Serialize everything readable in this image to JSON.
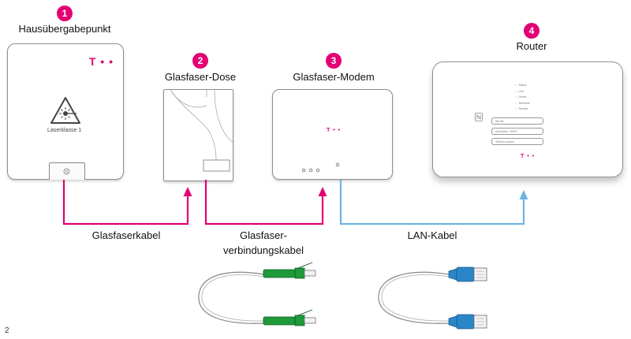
{
  "devices": [
    {
      "number": "1",
      "name": "Hausübergabepunkt",
      "laser_label": "Laserklasse 1"
    },
    {
      "number": "2",
      "name": "Glasfaser-Dose"
    },
    {
      "number": "3",
      "name": "Glasfaser-Modem"
    },
    {
      "number": "4",
      "name": "Router",
      "status_leds": [
        "Status",
        "Link",
        "Online",
        "Telefonie",
        "Service"
      ],
      "buttons": [
        "WLAN",
        "Anmelden / WPS",
        "Telefon suchen"
      ]
    }
  ],
  "brand_logo": "T • •",
  "cables": {
    "fiber_cable": "Glasfaserkabel",
    "connection_cable_line1": "Glasfaser-",
    "connection_cable_line2": "verbindungskabel",
    "lan_cable": "LAN-Kabel"
  },
  "colors": {
    "brand_magenta": "#e20074",
    "lan_blue": "#6eb4e0",
    "fiber_green": "#1e9a3a",
    "lan_plug_blue": "#2b86c8"
  },
  "page_number": "2"
}
